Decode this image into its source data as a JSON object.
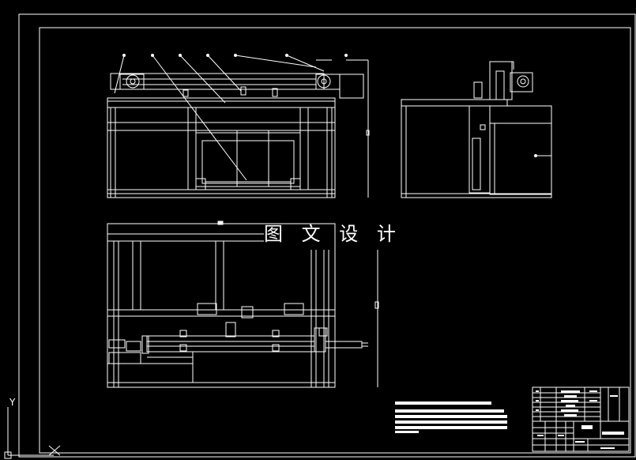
{
  "watermark": {
    "text": "图 文 设 计"
  },
  "ucs": {
    "x_label": "X",
    "y_label": "Y"
  },
  "colors": {
    "background": "#000000",
    "lines": "#ffffff"
  },
  "views": [
    "front-view",
    "side-view",
    "top-view"
  ]
}
